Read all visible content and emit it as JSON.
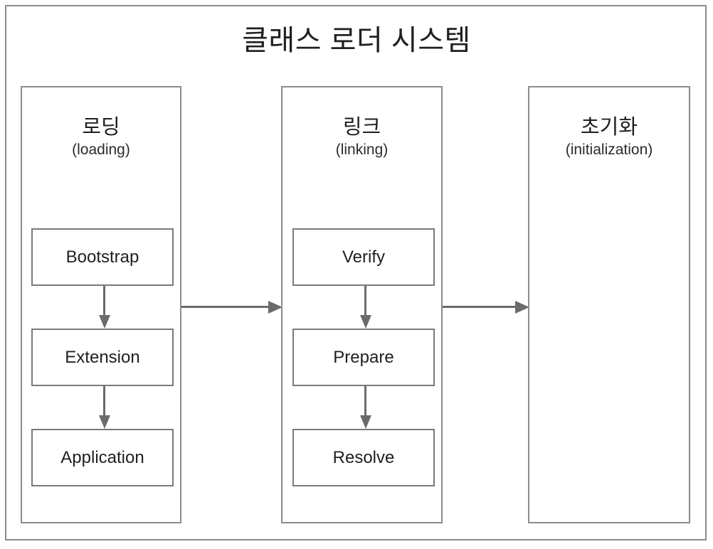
{
  "diagram": {
    "title": "클래스 로더 시스템",
    "frame_border_color": "#8c8c8c",
    "box_border_color": "#7a7a7a",
    "arrow_color": "#6b6b6b",
    "text_color": "#1f1f1f",
    "background": "#ffffff"
  },
  "phases": [
    {
      "title_ko": "로딩",
      "title_en": "(loading)",
      "steps": [
        {
          "label": "Bootstrap"
        },
        {
          "label": "Extension"
        },
        {
          "label": "Application"
        }
      ]
    },
    {
      "title_ko": "링크",
      "title_en": "(linking)",
      "steps": [
        {
          "label": "Verify"
        },
        {
          "label": "Prepare"
        },
        {
          "label": "Resolve"
        }
      ]
    },
    {
      "title_ko": "초기화",
      "title_en": "(initialization)",
      "steps": []
    }
  ],
  "connectors": {
    "between_phases": [
      {
        "from": "로딩",
        "to": "링크"
      },
      {
        "from": "링크",
        "to": "초기화"
      }
    ],
    "within_phase": [
      {
        "from": "Bootstrap",
        "to": "Extension"
      },
      {
        "from": "Extension",
        "to": "Application"
      },
      {
        "from": "Verify",
        "to": "Prepare"
      },
      {
        "from": "Prepare",
        "to": "Resolve"
      }
    ]
  }
}
